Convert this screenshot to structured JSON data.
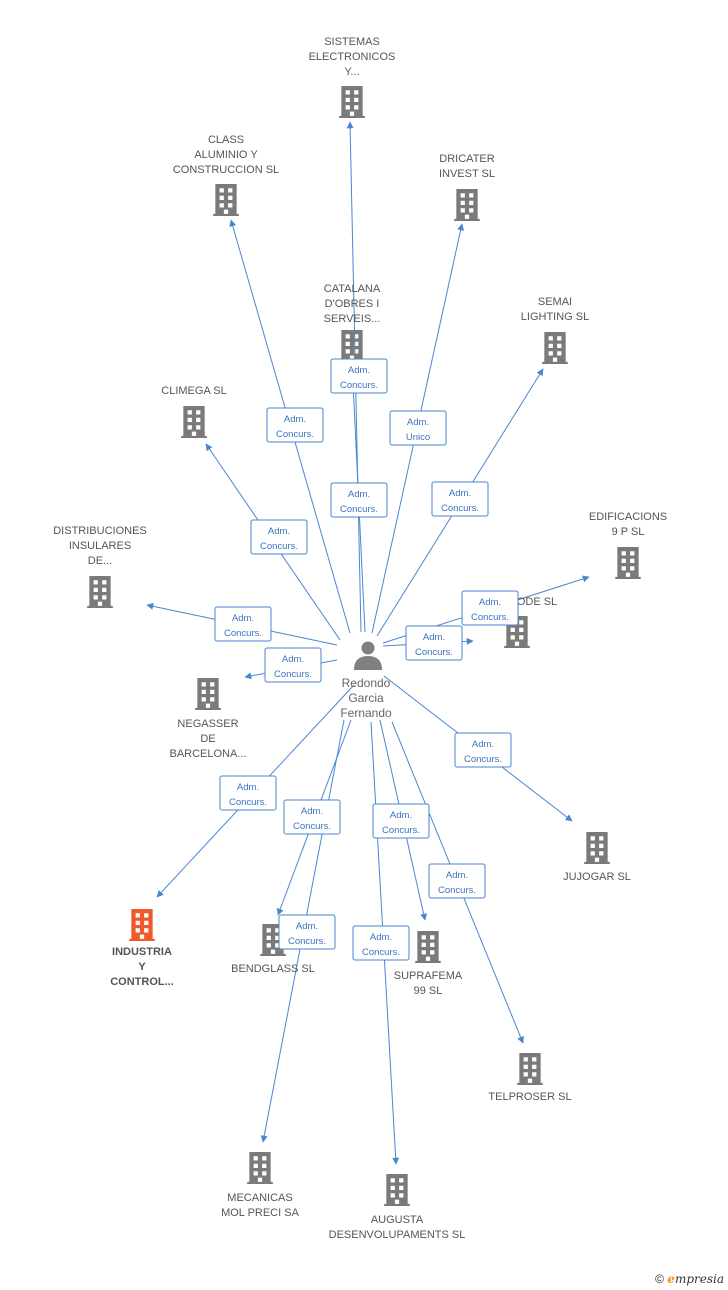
{
  "colors": {
    "edge": "#4a86d0",
    "building": "#7a7a7a",
    "building_highlight": "#f05a2a",
    "person": "#808080"
  },
  "center": {
    "name_lines": [
      "Redondo",
      "Garcia",
      "Fernando"
    ],
    "icon": "person-icon"
  },
  "companies": [
    {
      "key": "sistemas",
      "lines": [
        "SISTEMAS",
        "ELECTRONICOS",
        "Y..."
      ],
      "highlight": false
    },
    {
      "key": "class",
      "lines": [
        "CLASS",
        "ALUMINIO Y",
        "CONSTRUCCION SL"
      ],
      "highlight": false
    },
    {
      "key": "dricater",
      "lines": [
        "DRICATER",
        "INVEST  SL"
      ],
      "highlight": false
    },
    {
      "key": "catalana",
      "lines": [
        "CATALANA",
        "D'OBRES I",
        "SERVEIS..."
      ],
      "highlight": false
    },
    {
      "key": "semai",
      "lines": [
        "SEMAI",
        "LIGHTING SL"
      ],
      "highlight": false
    },
    {
      "key": "climega",
      "lines": [
        "CLIMEGA  SL"
      ],
      "highlight": false
    },
    {
      "key": "edificacions",
      "lines": [
        "EDIFICACIONS",
        "9 P  SL"
      ],
      "highlight": false
    },
    {
      "key": "distribuciones",
      "lines": [
        "DISTRIBUCIONES",
        "INSULARES",
        "DE..."
      ],
      "highlight": false
    },
    {
      "key": "ode",
      "lines": [
        "ODE SL"
      ],
      "highlight": false
    },
    {
      "key": "negasser",
      "lines": [
        "NEGASSER",
        "DE",
        "BARCELONA..."
      ],
      "highlight": false
    },
    {
      "key": "jujogar",
      "lines": [
        "JUJOGAR  SL"
      ],
      "highlight": false
    },
    {
      "key": "industria",
      "lines": [
        "INDUSTRIA",
        "Y",
        "CONTROL..."
      ],
      "highlight": true
    },
    {
      "key": "bendglass",
      "lines": [
        "BENDGLASS SL"
      ],
      "highlight": false
    },
    {
      "key": "suprafema",
      "lines": [
        "SUPRAFEMA",
        "99 SL"
      ],
      "highlight": false
    },
    {
      "key": "telproser",
      "lines": [
        "TELPROSER SL"
      ],
      "highlight": false
    },
    {
      "key": "mecanicas",
      "lines": [
        "MECANICAS",
        "MOL PRECI SA"
      ],
      "highlight": false
    },
    {
      "key": "augusta",
      "lines": [
        "AUGUSTA",
        "DESENVOLUPAMENTS SL"
      ],
      "highlight": false
    }
  ],
  "relations": [
    {
      "target": "sistemas",
      "lines": [
        "Adm.",
        "Concurs."
      ]
    },
    {
      "target": "class",
      "lines": [
        "Adm.",
        "Concurs."
      ]
    },
    {
      "target": "dricater",
      "lines": [
        "Adm.",
        "Unico"
      ]
    },
    {
      "target": "catalana",
      "lines": [
        "Adm.",
        "Concurs."
      ]
    },
    {
      "target": "semai",
      "lines": [
        "Adm.",
        "Concurs."
      ]
    },
    {
      "target": "climega",
      "lines": [
        "Adm.",
        "Concurs."
      ]
    },
    {
      "target": "edificacions",
      "lines": [
        "Adm.",
        "Concurs."
      ]
    },
    {
      "target": "distribuciones",
      "lines": [
        "Adm.",
        "Concurs."
      ]
    },
    {
      "target": "ode",
      "lines": [
        "Adm.",
        "Concurs."
      ]
    },
    {
      "target": "negasser",
      "lines": [
        "Adm.",
        "Concurs."
      ]
    },
    {
      "target": "jujogar",
      "lines": [
        "Adm.",
        "Concurs."
      ]
    },
    {
      "target": "industria",
      "lines": [
        "Adm.",
        "Concurs."
      ]
    },
    {
      "target": "bendglass",
      "lines": [
        "Adm.",
        "Concurs."
      ]
    },
    {
      "target": "suprafema",
      "lines": [
        "Adm.",
        "Concurs."
      ]
    },
    {
      "target": "telproser",
      "lines": [
        "Adm.",
        "Concurs."
      ]
    },
    {
      "target": "mecanicas",
      "lines": [
        "Adm.",
        "Concurs."
      ]
    },
    {
      "target": "augusta",
      "lines": [
        "Adm.",
        "Concurs."
      ]
    }
  ],
  "footer": {
    "copyright": "©",
    "brand_first": "e",
    "brand_rest": "mpresia"
  }
}
